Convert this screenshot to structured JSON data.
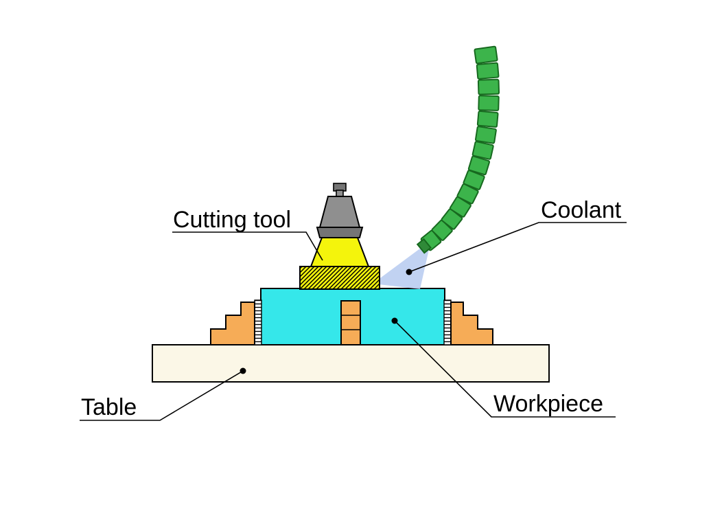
{
  "diagram": {
    "labels": {
      "cutting_tool": "Cutting tool",
      "coolant": "Coolant",
      "table": "Table",
      "workpiece": "Workpiece"
    },
    "colors": {
      "workpiece": "#35E7EA",
      "clamp": "#F6AC57",
      "table": "#FBF7E7",
      "hose": "#3CB44B",
      "hose_edge": "#17691F",
      "hose_tip": "#2F8A38",
      "spray": "#BACDF1",
      "holder_gray": "#8F8F8F",
      "holder_dark": "#757575",
      "tool_yellow": "#F4F40C",
      "outline": "#000000"
    }
  }
}
